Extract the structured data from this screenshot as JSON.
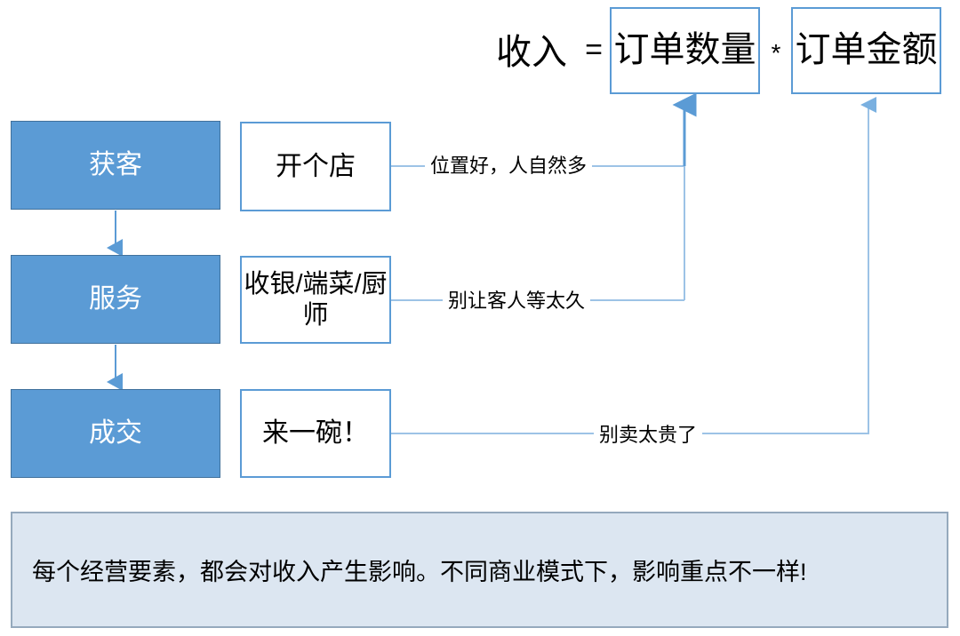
{
  "formula": {
    "label": "收入",
    "equals": "=",
    "times": "*",
    "terms": [
      {
        "id": "order-count",
        "label": "订单数量"
      },
      {
        "id": "order-amount",
        "label": "订单金额"
      }
    ]
  },
  "stages": [
    {
      "id": "acquire",
      "label": "获客"
    },
    {
      "id": "service",
      "label": "服务"
    },
    {
      "id": "deal",
      "label": "成交"
    }
  ],
  "actions": [
    {
      "id": "open-shop",
      "label": "开个店"
    },
    {
      "id": "staffing",
      "label": "收银/端菜/厨师"
    },
    {
      "id": "order-bowl",
      "label": "来一碗！"
    }
  ],
  "edges": [
    {
      "id": "edge-location",
      "label": "位置好，人自然多",
      "from": "open-shop",
      "to": "order-count"
    },
    {
      "id": "edge-waiting",
      "label": "别让客人等太久",
      "from": "staffing",
      "to": "order-count"
    },
    {
      "id": "edge-pricing",
      "label": "别卖太贵了",
      "from": "order-bowl",
      "to": "order-amount"
    }
  ],
  "note": {
    "text": "每个经营要素，都会对收入产生影响。不同商业模式下，影响重点不一样!"
  },
  "colors": {
    "accent_blue": "#5b9bd5",
    "stage_fill": "#5b9bd5",
    "stage_border": "#41719c",
    "stage_text": "#ffffff",
    "box_border": "#5b9bd5",
    "box_fill": "#ffffff",
    "note_fill": "#dce6f1",
    "note_border": "#95a9bd",
    "text": "#000000",
    "wire": "#9dc3e6",
    "wire_strong": "#5b9bd5"
  }
}
